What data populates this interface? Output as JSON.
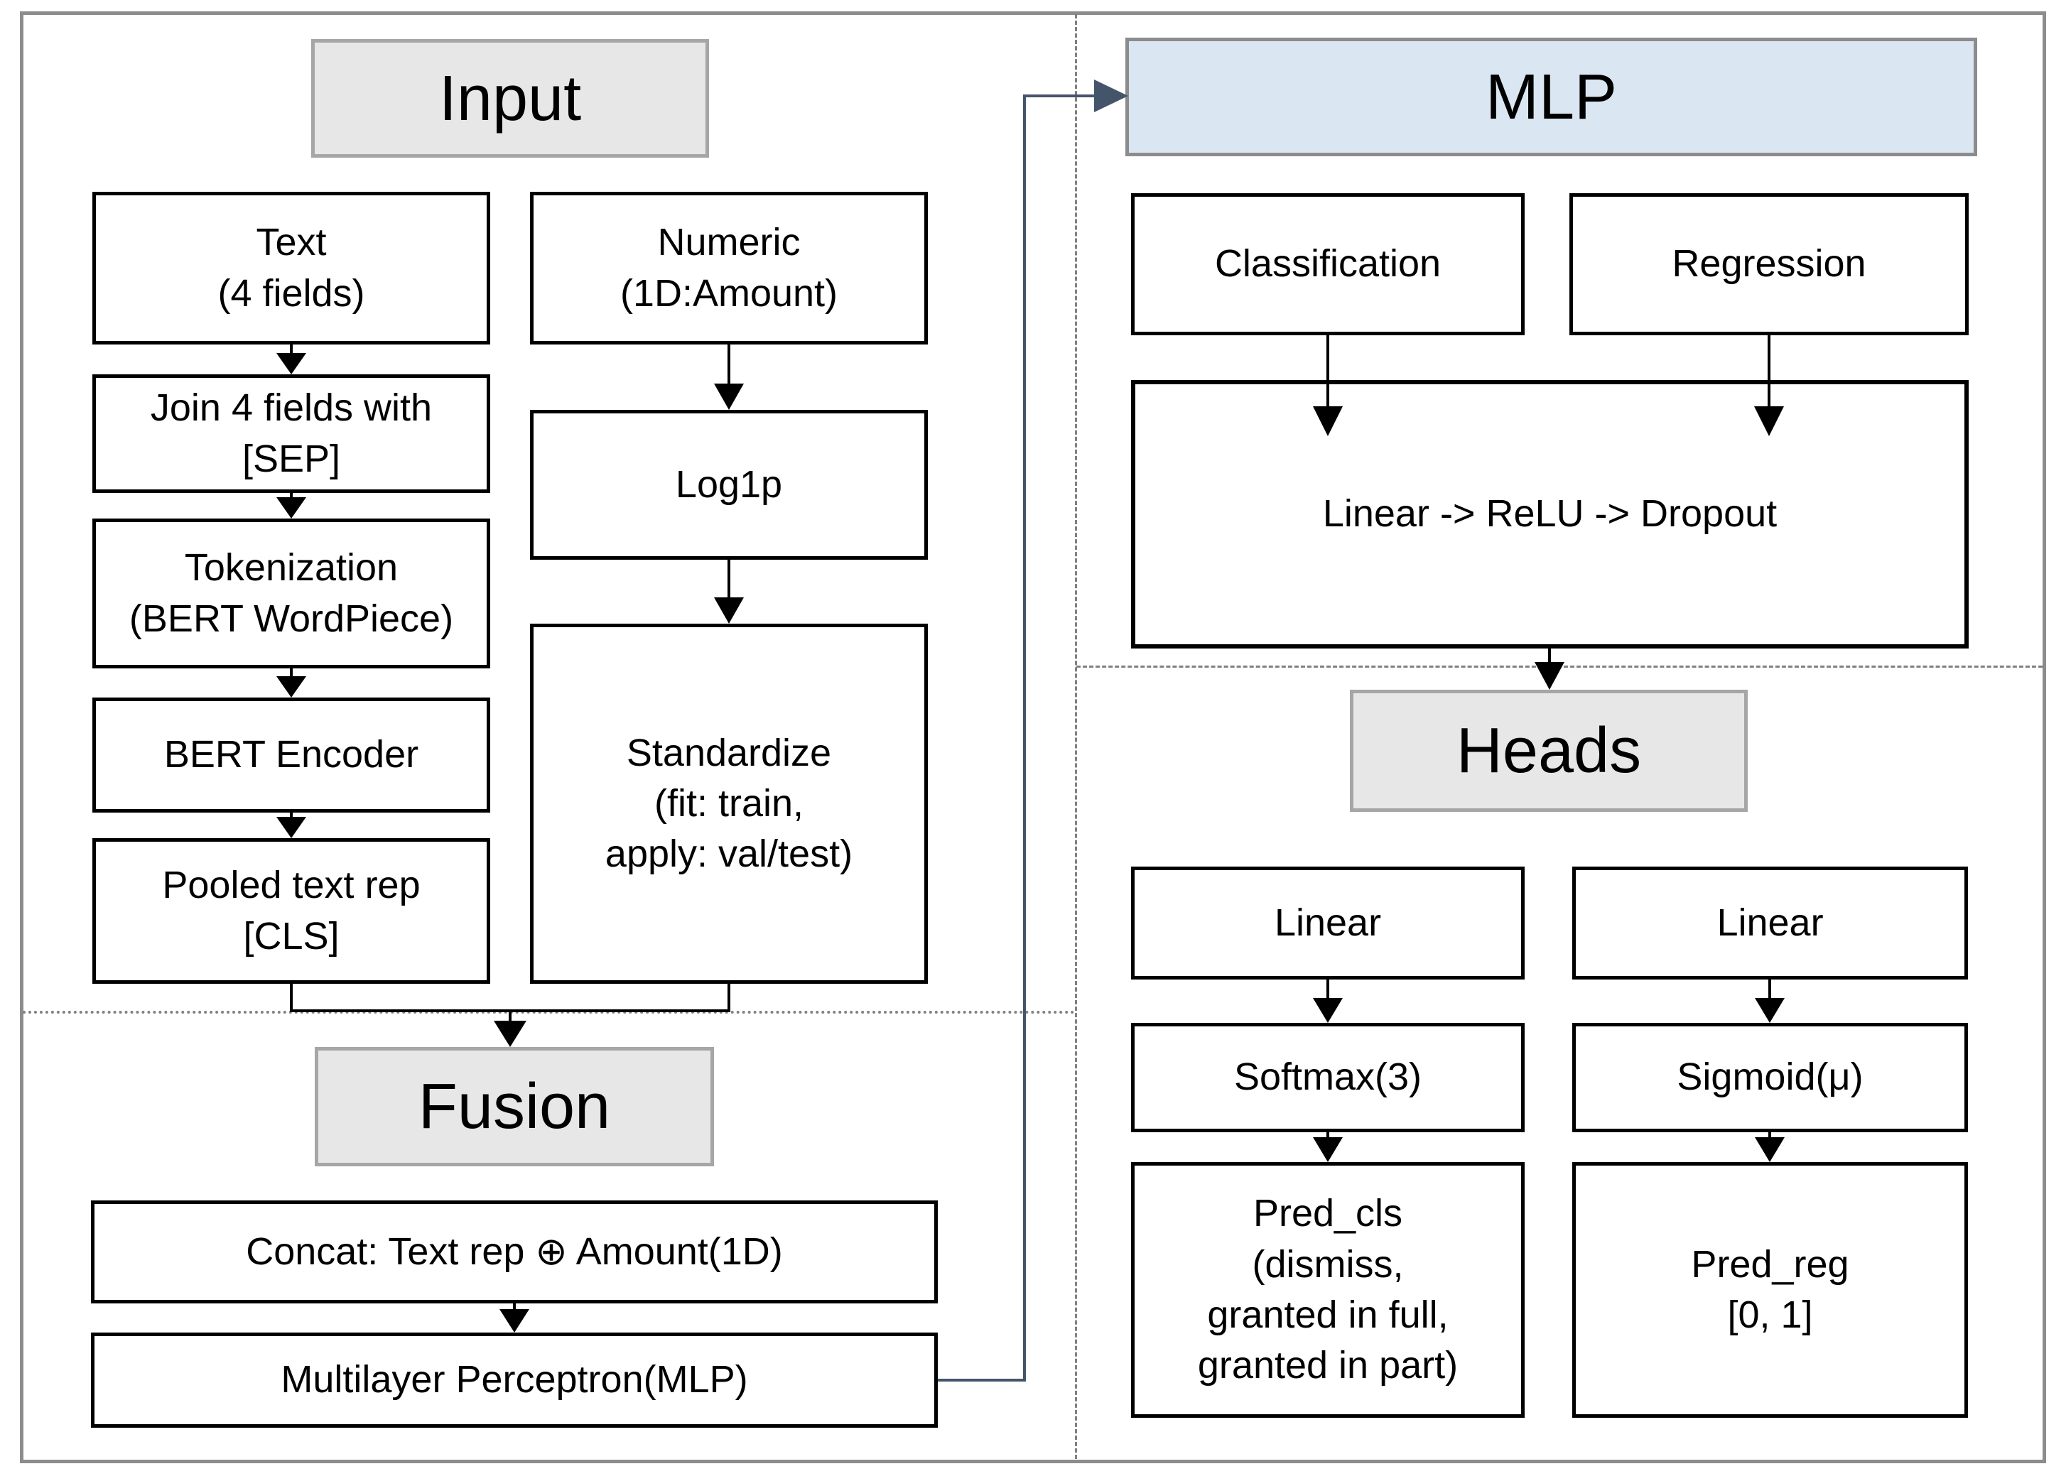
{
  "diagram": {
    "sections": {
      "input": {
        "title": "Input"
      },
      "mlp": {
        "title": "MLP"
      },
      "fusion": {
        "title": "Fusion"
      },
      "heads": {
        "title": "Heads"
      }
    },
    "input_pipeline": {
      "text_branch": {
        "text_input": "Text\n(4 fields)",
        "join_sep": "Join 4 fields with\n[SEP]",
        "tokenization": "Tokenization\n(BERT WordPiece)",
        "bert_encoder": "BERT Encoder",
        "pooled_rep": "Pooled text rep\n[CLS]"
      },
      "numeric_branch": {
        "numeric_input": "Numeric\n(1D:Amount)",
        "log1p": "Log1p",
        "standardize": "Standardize\n(fit: train,\napply: val/test)"
      }
    },
    "fusion_pipeline": {
      "concat": "Concat: Text rep ⊕ Amount(1D)",
      "mlp": "Multilayer Perceptron(MLP)"
    },
    "mlp_section": {
      "classification": "Classification",
      "regression": "Regression",
      "layers": "Linear -> ReLU -> Dropout"
    },
    "heads_section": {
      "cls_head": {
        "linear": "Linear",
        "softmax": "Softmax(3)",
        "pred": "Pred_cls\n(dismiss,\ngranted in full,\ngranted in part)"
      },
      "reg_head": {
        "linear": "Linear",
        "sigmoid": "Sigmoid(μ)",
        "pred": "Pred_reg\n[0, 1]"
      }
    },
    "colors": {
      "mlp_header_fill": "#dae6f2",
      "section_header_fill": "#e7e7e7",
      "section_header_border": "#a6a6a6",
      "box_border": "#000000",
      "connector_blue": "#44546a",
      "dashed_divider": "#808080",
      "outer_border": "#8c8c8c"
    }
  }
}
